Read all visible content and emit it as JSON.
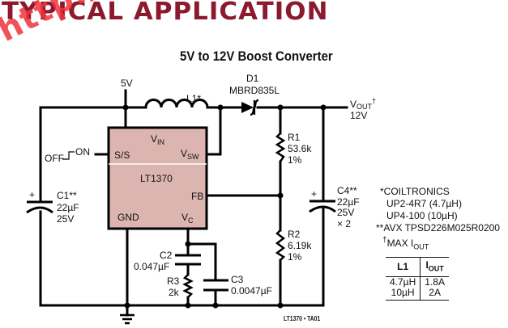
{
  "header": {
    "title": "TYPICAL APPLICATION",
    "subtitle": "5V to 12V Boost Converter"
  },
  "colors": {
    "title": "#8c1a2e",
    "ic_fill": "#dcb5b0",
    "watermark": "#f0323c"
  },
  "watermark": "http://www.elecfans.com",
  "schematic": {
    "input_label": "5V",
    "switch_off": "OFF",
    "switch_on": "ON",
    "ic": {
      "name": "LT1370",
      "pins": {
        "vin": "V",
        "vin_sub": "IN",
        "vsw": "V",
        "vsw_sub": "SW",
        "ss": "S/S",
        "fb": "FB",
        "gnd": "GND",
        "vc": "V",
        "vc_sub": "C"
      }
    },
    "L1": {
      "ref": "L1*"
    },
    "D1": {
      "ref": "D1",
      "part": "MBRD835L"
    },
    "output": {
      "label": "V",
      "sub": "OUT",
      "mark": "†",
      "value": "12V"
    },
    "R1": {
      "ref": "R1",
      "value": "53.6k",
      "tol": "1%"
    },
    "R2": {
      "ref": "R2",
      "value": "6.19k",
      "tol": "1%"
    },
    "R3": {
      "ref": "R3",
      "value": "2k"
    },
    "C1": {
      "ref": "C1**",
      "value": "22µF",
      "voltage": "25V"
    },
    "C2": {
      "ref": "C2",
      "value": "0.047µF"
    },
    "C3": {
      "ref": "C3",
      "value": "0.0047µF"
    },
    "C4": {
      "ref": "C4**",
      "value": "22µF",
      "voltage": "25V",
      "qty": "× 2"
    },
    "polarity_mark": "+"
  },
  "notes": {
    "n1": "*COILTRONICS",
    "n1a": "UP2-4R7 (4.7µH)",
    "n1b": "UP4-100 (10µH)",
    "n2": "**AVX TPSD226M025R0200",
    "n3_mark": "†",
    "n3": "MAX I",
    "n3_sub": "OUT"
  },
  "table": {
    "headers": [
      "L1",
      "I",
      "OUT"
    ],
    "rows": [
      [
        "4.7µH",
        "1.8A"
      ],
      [
        "10µH",
        "2A"
      ]
    ]
  },
  "footer": "LT1370 • TA01"
}
